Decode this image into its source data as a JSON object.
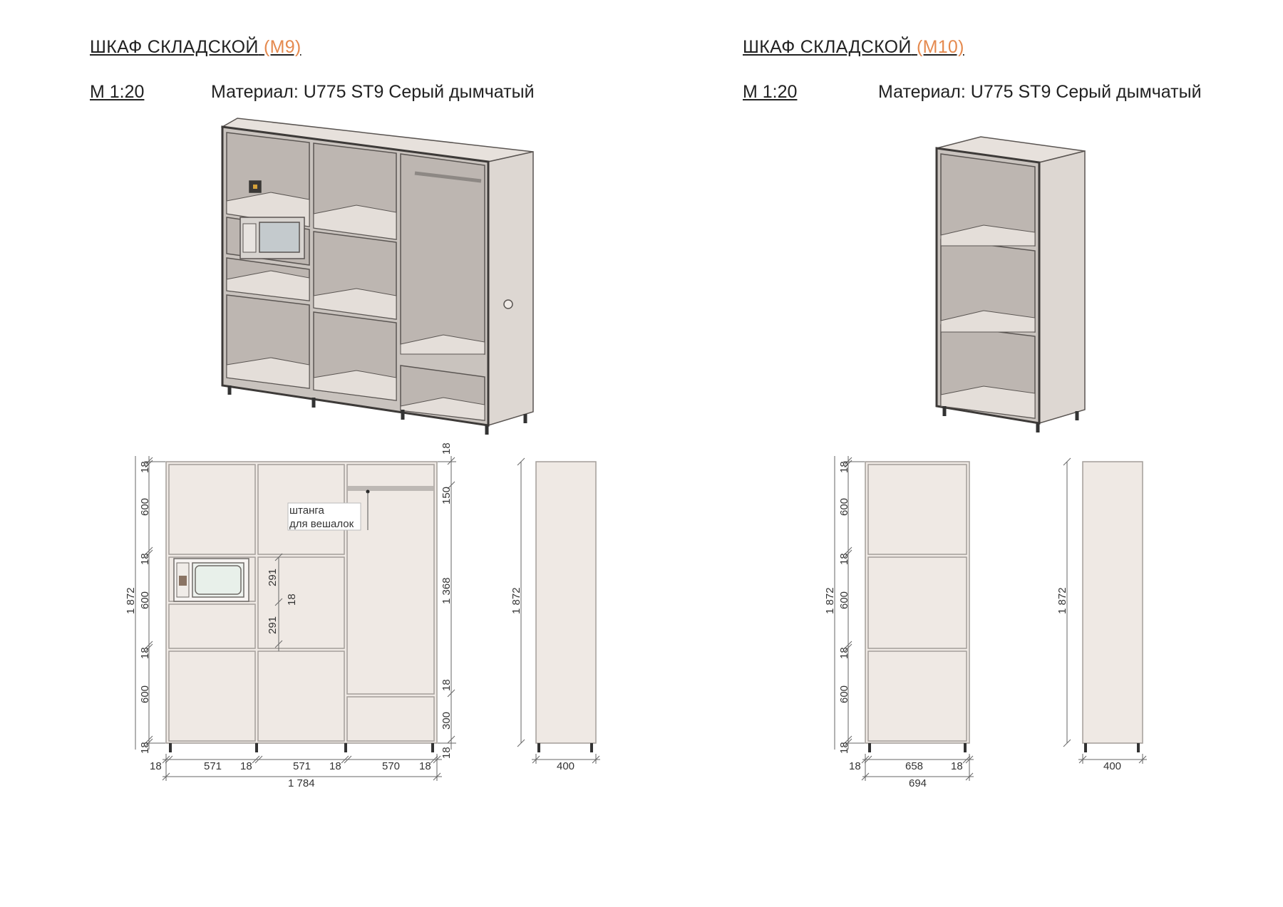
{
  "sheets": [
    {
      "title_main": "ШКАФ СКЛАДСКОЙ",
      "title_code": "(M9)",
      "scale": "M 1:20",
      "material": "Материал: U775 ST9 Серый дымчатый",
      "rod_label": [
        "штанга",
        "для вешалок"
      ],
      "dims": {
        "left_height_stack": [
          "18",
          "600",
          "18",
          "600",
          "18",
          "600",
          "18"
        ],
        "overall_height": "1 872",
        "microwave_sub": [
          "291",
          "18",
          "291"
        ],
        "right_height_stack": [
          "18",
          "150",
          "1 368",
          "18",
          "300",
          "18"
        ],
        "side_height": "1 872",
        "widths": [
          "18",
          "571",
          "18",
          "571",
          "18",
          "570",
          "18"
        ],
        "overall_width": "1 784",
        "depth": "400"
      }
    },
    {
      "title_main": "ШКАФ СКЛАДСКОЙ",
      "title_code": "(M10)",
      "scale": "M 1:20",
      "material": "Материал: U775 ST9 Серый дымчатый",
      "dims": {
        "left_height_stack": [
          "18",
          "600",
          "18",
          "600",
          "18",
          "600",
          "18"
        ],
        "overall_height": "1 872",
        "side_height": "1 872",
        "widths": [
          "18",
          "658",
          "18"
        ],
        "overall_width": "694",
        "depth": "400"
      }
    }
  ],
  "colors": {
    "panel": "#efe9e4",
    "panel_dark": "#d9d2cc",
    "shelf_back": "#b9b3ae",
    "outline": "#6f6a66",
    "accent": "#e58a4f"
  }
}
